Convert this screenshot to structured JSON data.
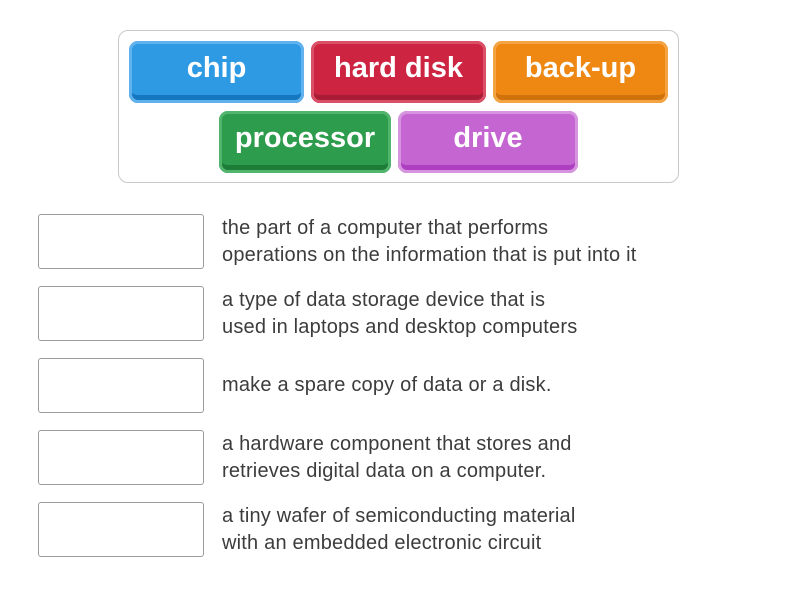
{
  "word_bank": {
    "tiles": [
      {
        "label": "chip",
        "color": "#2e9ae4",
        "color_light": "#5fb2ee",
        "color_dark": "#1577c0"
      },
      {
        "label": "hard disk",
        "color": "#cc2441",
        "color_light": "#da5167",
        "color_dark": "#a81c36"
      },
      {
        "label": "back-up",
        "color": "#ee8812",
        "color_light": "#f5a443",
        "color_dark": "#cf720b"
      },
      {
        "label": "processor",
        "color": "#2d9c4c",
        "color_light": "#52b56d",
        "color_dark": "#1e7c39"
      },
      {
        "label": "drive",
        "color": "#c465d2",
        "color_light": "#d795e0",
        "color_dark": "#ad3fc0"
      }
    ]
  },
  "definitions": [
    {
      "line1": "the part of a computer that performs",
      "line2": "operations on the information that is put into it"
    },
    {
      "line1": "a type of data storage device that is",
      "line2": "used in laptops and desktop computers"
    },
    {
      "line1": "make a spare copy of data or a disk.",
      "line2": ""
    },
    {
      "line1": "a hardware component that stores and",
      "line2": "retrieves digital data on a computer."
    },
    {
      "line1": "a tiny wafer of semiconducting material",
      "line2": "with an embedded electronic circuit"
    }
  ]
}
